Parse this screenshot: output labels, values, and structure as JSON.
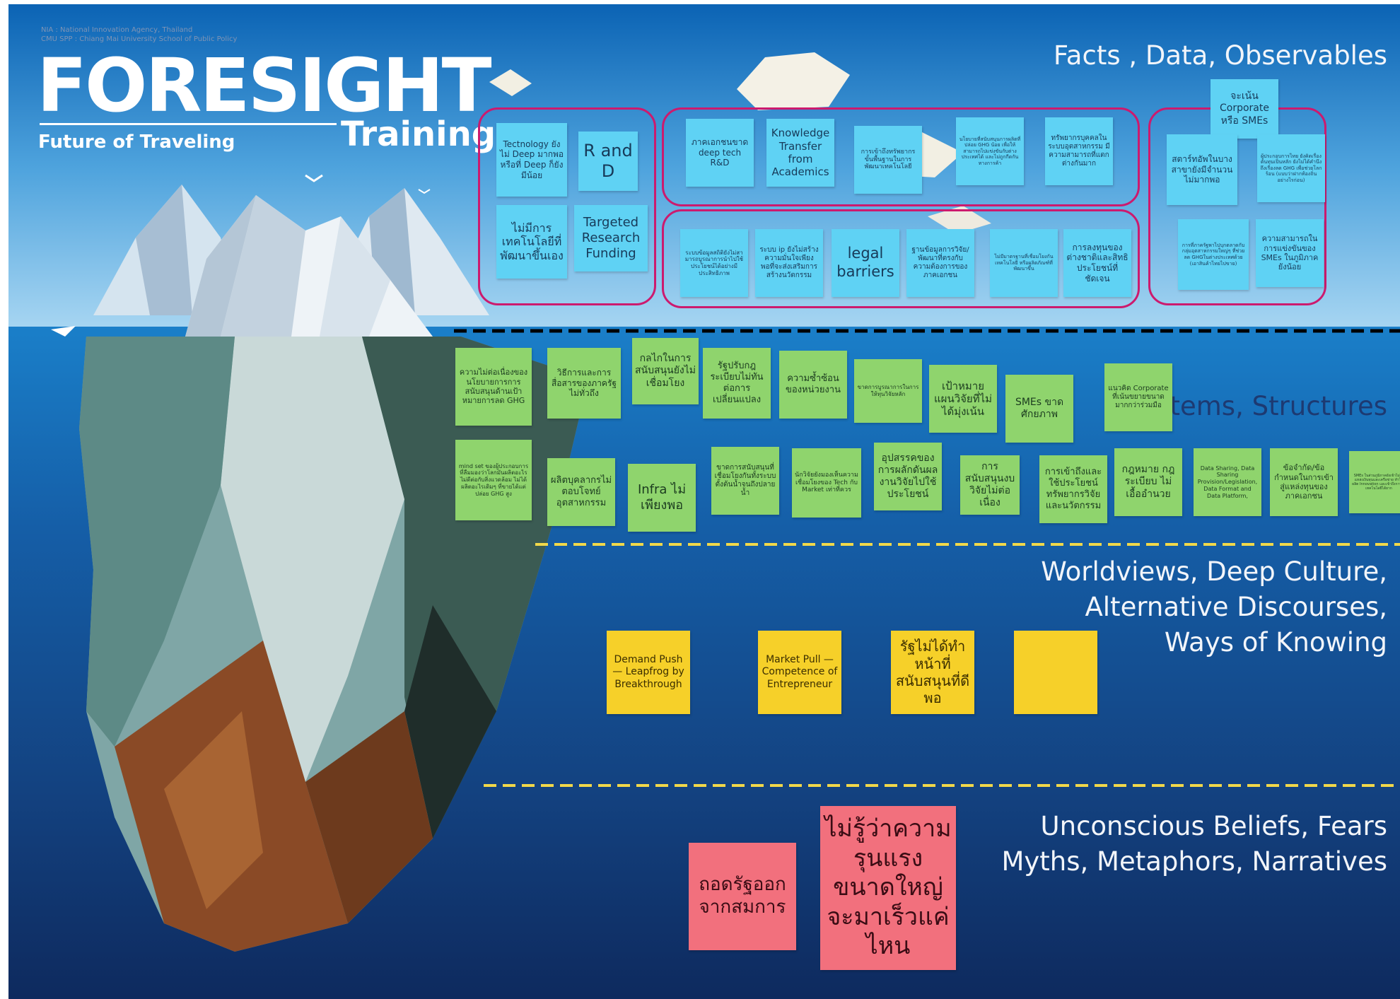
{
  "header": {
    "org_line1": "NIA : National Innovation Agency, Thailand",
    "org_line2": "CMU SPP : Chiang Mai University School of Public Policy",
    "logo_text": "FORESIGHT",
    "subtitle": "Future of Traveling",
    "training": "Training"
  },
  "layers": {
    "events": "Facts , Data, Observables",
    "systems": "Systems, Structures",
    "worldviews": [
      "Worldviews, Deep Culture,",
      "Alternative Discourses,",
      "Ways of Knowing"
    ],
    "myths": [
      "Unconscious Beliefs, Fears",
      "Myths, Metaphors, Narratives"
    ]
  },
  "notes": {
    "facts_group1": [
      "Tectnology ยังไม่ Deep มากพอ หรือที่ Deep ก็ยังมีน้อย",
      "R and D",
      "ไม่มีการเทคโนโลยีที่พัฒนาขึ้นเอง",
      "Targeted Research Funding"
    ],
    "facts_group2_top": [
      "ภาคเอกชนขาด deep tech R&D",
      "Knowledge Transfer from Academics",
      "การเข้าถึงทรัพยากรขั้นพื้นฐานในการพัฒนาเทคโนโลยี",
      "นโยบายที่สนับสนุนการผลิตที่ปล่อย GHG น้อย เพื่อให้สามารถไปแข่งขันกับต่างประเทศได้ และไม่ถูกกีดกันทางการค้า",
      "ทรัพยากรบุคคลในระบบอุตสาหกรรม มีความสามารถที่แตกต่างกันมาก"
    ],
    "facts_group2_bottom": [
      "ระบบข้อมูลสถิติยังไม่สามารถบูรณาการนำไปใช้ประโยชน์ได้อย่างมีประสิทธิภาพ",
      "ระบบ ip ยังไม่สร้างความมั่นใจเพียงพอที่จะส่งเสริมการสร้างนวัตกรรม",
      "legal barriers",
      "ฐานข้อมูลการวิจัย/พัฒนาที่ตรงกับความต้องการของภาคเอกชน",
      "ไม่มีมาตรฐานที่เชื่อมโยงกันเทคโนโลยี หรือผลิตภัณฑ์ที่พัฒนาขึ้น",
      "การลงทุนของต่างชาติและสิทธิประโยชน์ที่ชัดเจน"
    ],
    "facts_group3": [
      "จะเน้น Corporate หรือ SMEs",
      "สตาร์ทอัพในบางสาขายังมีจำนวนไม่มากพอ",
      "ผู้ประกอบการไทย ยังคิดเรื่องต้นทุนเป็นหลัก ยังไม่ได้คำนึงถึงเรื่องลด GHG เพื่อช่วยโลกร้อน (แบบว่าฝากท้องถิ่นอย่างไรก่อน)",
      "การที่ภาครัฐพาไปบุกตลาดกับกลุ่มอุตสาหกรรมใหญ่ๆ ที่ช่วยลด GHGในต่างประเทศด้วย (เอาสินค้าไทยไปขาย)",
      "ความสามารถในการแข่งขันของ SMEs ในภูมิภาคยังน้อย"
    ],
    "systems_row1": [
      "ความไม่ต่อเนื่องของนโยบายการการสนับสนุนด้านเป้าหมายการลด GHG",
      "วิธีการและการสื่อสารของภาครัฐไม่ทั่วถึง",
      "กลไกในการสนับสนุนยังไม่เชื่อมโยง",
      "รัฐปรับกฎระเบียบไม่ทันต่อการเปลี่ยนแปลง",
      "ความซ้ำซ้อนของหน่วยงาน",
      "ขาดการบูรณาการในการให้ทุนวิจัยหลัก",
      "เป้าหมายแผนวิจัยที่ไม่ได้มุ่งเน้น",
      "SMEs ขาดศักยภาพ",
      "แนวคิด Corporate ที่เน้นขยายขนาดมากกว่าร่วมมือ"
    ],
    "systems_row2": [
      "mind set ของผู้ประกอบการที่ลืมมองว่าโลกมันผลิตอะไรไม่ดีต่อกับสิ่งแวดล้อม ไม่ได้ผลิตอะไรเดิมๆ ที่ขายได้แต่ปล่อย GHG สูง",
      "ผลิตบุคลากรไม่ตอบโจทย์อุตสาหกรรม",
      "Infra ไม่เพียงพอ",
      "ขาดการสนับสนุนที่เชื่อมโยงกันทั้งระบบตั้งต้นน้ำจนถึงปลายน้ำ",
      "นักวิจัยยังมองเห็นความเชื่อมโยงของ Tech กับ Market เท่าที่ควร",
      "อุปสรรคของการผลักดันผลงานวิจัยไปใช้ประโยชน์",
      "การสนับสนุนงบวิจัยไม่ต่อเนื่อง",
      "การเข้าถึงและใช้ประโยชน์ทรัพยากรวิจัยและนวัตกรรม",
      "กฎหมาย กฎระเบียบ ไม่เอื้ออำนวย",
      "Data Sharing, Data Sharing Provision/Legislation, Data Format and Data Platform,",
      "ข้อจำกัด/ข้อกำหนดในการเข้าสู่แหล่งทุนของภาคเอกชน",
      "SMEs ในส่วนภูมิภาคยังเข้าไม่ถึงแหล่งเงินทุนและเครือข่าย ทำให้ผลิต Innovation และเข้าถึงการใช้เทคโนโลยีได้ยาก"
    ],
    "worldviews": [
      "Demand Push — Leapfrog by Breakthrough",
      "Market Pull — Competence of Entrepreneur",
      "รัฐไม่ได้ทำหน้าที่สนับสนุนที่ดีพอ",
      ""
    ],
    "myths": [
      "ถอดรัฐออกจากสมการ",
      "ไม่รู้ว่าความรุนแรงขนาดใหญ่จะมาเร็วแค่ไหน"
    ]
  },
  "colors": {
    "blue_note": "#5fd2f4",
    "green_note": "#8fd46d",
    "yellow_note": "#f6d029",
    "pink_note": "#f2707d",
    "group_outline": "#cc1a6e"
  }
}
